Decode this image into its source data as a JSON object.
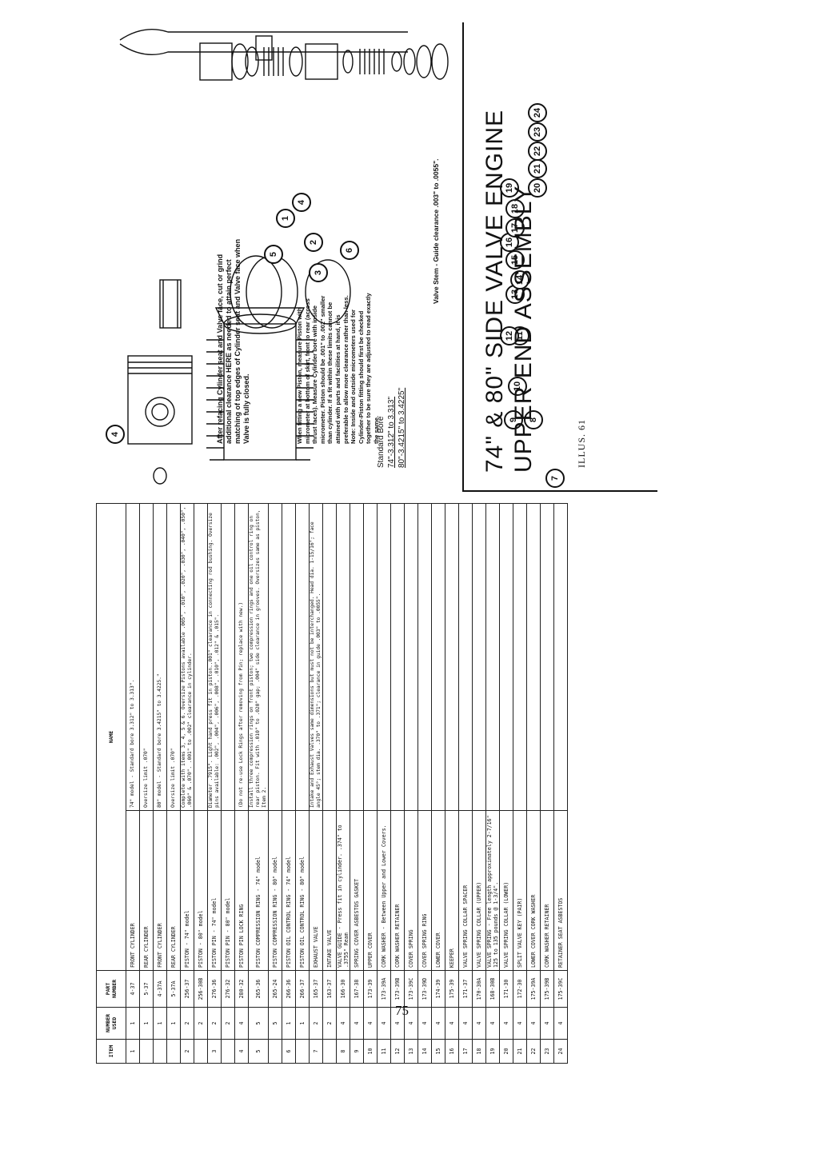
{
  "page_number": "75",
  "table": {
    "headers": {
      "item": "ITEM",
      "number_used": "NUMBER USED",
      "part_number": "PART NUMBER",
      "name": "NAME"
    },
    "rows": [
      {
        "item": "1",
        "used": "1",
        "part": "4-37",
        "name": "FRONT CYLINDER",
        "note": "74\" model - Standard bore 3.312\" to 3.313\"."
      },
      {
        "item": "",
        "used": "1",
        "part": "5-37",
        "name": "REAR CYLINDER",
        "note": "Oversize limit .070\""
      },
      {
        "item": "",
        "used": "1",
        "part": "4-37A",
        "name": "FRONT CYLINDER",
        "note": "80\" model - Standard bore 3.4215\" to 3.4225.\""
      },
      {
        "item": "",
        "used": "1",
        "part": "5-37A",
        "name": "REAR CYLINDER",
        "note": "Oversize limit .070\""
      },
      {
        "item": "2",
        "used": "2",
        "part": "256-37",
        "name": "PISTON - 74\" model",
        "note": "Complete with items 3, 4, 5 & 6. Oversize Pistons available .005\", .010\", .020\", .030\", .040\", .050\", .060\" & .070\". .001\" to .002\" clearance in cylinder."
      },
      {
        "item": "",
        "used": "2",
        "part": "256-30B",
        "name": "PISTON - 80\" model",
        "note": ""
      },
      {
        "item": "3",
        "used": "2",
        "part": "276-36",
        "name": "PISTON PIN - 74\" model",
        "note": "Diameter .7915\". Light hand press fit in piston..001\" clearance in connecting rod bushing. Oversize pins available: .002\", .004\", .006\", .008\", .010\", .012\" & .015\"."
      },
      {
        "item": "",
        "used": "2",
        "part": "276-32",
        "name": "PISTON PIN - 80\" model",
        "note": ""
      },
      {
        "item": "4",
        "used": "4",
        "part": "280-32",
        "name": "PISTON PIN LOCK RING",
        "note": "(Do not re-use Lock Rings after removing from Pin; replace with new.)"
      },
      {
        "item": "5",
        "used": "5",
        "part": "265-36",
        "name": "PISTON COMPRESSION RING - 74\" model",
        "note": "Install three compression rings on front piston; two compression rings and one oil control ring on rear piston. Fit with .010\" to .020\" gap; .004\" side clearance in grooves. Oversizes same as piston, Item 2."
      },
      {
        "item": "",
        "used": "5",
        "part": "265-24",
        "name": "PISTON COMPRESSION RING - 80\" model",
        "note": ""
      },
      {
        "item": "6",
        "used": "1",
        "part": "266-36",
        "name": "PISTON OIL CONTROL RING - 74\" model",
        "note": ""
      },
      {
        "item": "",
        "used": "1",
        "part": "266-37",
        "name": "PISTON OIL CONTROL RING - 80\" model",
        "note": ""
      },
      {
        "item": "7",
        "used": "2",
        "part": "165-37",
        "name": "EXHAUST VALVE",
        "note": "Intake and Exhaust Valves same dimensions but must not be interchanged. Head dia. 1-15/16\"; face angle 45°; stem dia. .370\" to .371\"; clearance in guide .003\" to .0055\"."
      },
      {
        "item": "",
        "used": "2",
        "part": "163-37",
        "name": "INTAKE VALVE",
        "note": ""
      },
      {
        "item": "8",
        "used": "4",
        "part": "166-30",
        "name": "VALVE GUIDE - Press fit in cylinder. .374\" to .3755\" Ream",
        "note": ""
      },
      {
        "item": "9",
        "used": "4",
        "part": "167-38",
        "name": "SPRING COVER ASBESTOS GASKET",
        "note": ""
      },
      {
        "item": "10",
        "used": "4",
        "part": "173-39",
        "name": "UPPER COVER",
        "note": ""
      },
      {
        "item": "11",
        "used": "4",
        "part": "173-39A",
        "name": "CORK WASHER - Between Upper and Lower Covers.",
        "note": ""
      },
      {
        "item": "12",
        "used": "4",
        "part": "173-39B",
        "name": "CORK WASHER RETAINER",
        "note": ""
      },
      {
        "item": "13",
        "used": "4",
        "part": "173-39C",
        "name": "COVER SPRING",
        "note": ""
      },
      {
        "item": "14",
        "used": "4",
        "part": "173-39D",
        "name": "COVER SPRING RING",
        "note": ""
      },
      {
        "item": "15",
        "used": "4",
        "part": "174-39",
        "name": "LOWER COVER",
        "note": ""
      },
      {
        "item": "16",
        "used": "4",
        "part": "175-39",
        "name": "KEEPER",
        "note": ""
      },
      {
        "item": "17",
        "used": "4",
        "part": "171-37",
        "name": "VALVE SPRING COLLAR SPACER",
        "note": ""
      },
      {
        "item": "18",
        "used": "4",
        "part": "170-30A",
        "name": "VALVE SPRING COLLAR (UPPER)",
        "note": ""
      },
      {
        "item": "19",
        "used": "4",
        "part": "168-30B",
        "name": "VALVE SPRING - Free length approximately 2-7/16\" 125 to 135 pounds @ 1-3/4\".",
        "note": ""
      },
      {
        "item": "20",
        "used": "4",
        "part": "171-30",
        "name": "VALVE SPRING COLLAR (LOWER)",
        "note": ""
      },
      {
        "item": "21",
        "used": "4",
        "part": "172-30",
        "name": "SPLIT VALVE KEY (PAIR)",
        "note": ""
      },
      {
        "item": "22",
        "used": "4",
        "part": "175-39A",
        "name": "LOWER COVER CORK WASHER",
        "note": ""
      },
      {
        "item": "23",
        "used": "4",
        "part": "175-39B",
        "name": "CORK WASHER RETAINER",
        "note": ""
      },
      {
        "item": "24",
        "used": "4",
        "part": "175-39C",
        "name": "RETAINER SEAT ASBESTOS",
        "note": ""
      }
    ]
  },
  "callouts": {
    "valve_seat": "After refacing Cylinder seat and Valve face, cut or grind additional clearance HERE as needed to attain perfect matching of top edges of Cylinder seat and Valve face when Valve is fully closed.",
    "valve_stem": "Valve Stem - Guide clearance .003\" to .0055\".",
    "piston_fit": "When fitting a new Piston, measure Piston with micrometer at bottom of skirt, front to rear (across thrust faces). Measure Cylinder bore with inside micrometer. Piston should be .001\" to .002\" smaller than cylinder. If a fit within these limits cannot be attained with parts and facilities at hand, it is preferable to allow more clearance rather than less. Note: Inside and outside micrometers used for Cylinder-Piston fitting should first be checked together to be sure they are adjusted to read exactly the same."
  },
  "bore": {
    "label": "Standard Bore",
    "line_74": "74\"-3.312\" to 3.313\"",
    "line_80": "80\"-3.4215\" to 3.4225\""
  },
  "part_numbers": [
    "1",
    "2",
    "3",
    "4",
    "4",
    "5",
    "6",
    "7",
    "8",
    "9",
    "10",
    "11",
    "12",
    "13",
    "14",
    "15",
    "16",
    "17",
    "18",
    "19",
    "20",
    "21",
    "22",
    "23",
    "24"
  ],
  "title": {
    "line1": "74\" & 80\" SIDE VALVE ENGINE",
    "line2": "UPPER END ASSEMBLY"
  },
  "caption": "ILLUS. 61"
}
